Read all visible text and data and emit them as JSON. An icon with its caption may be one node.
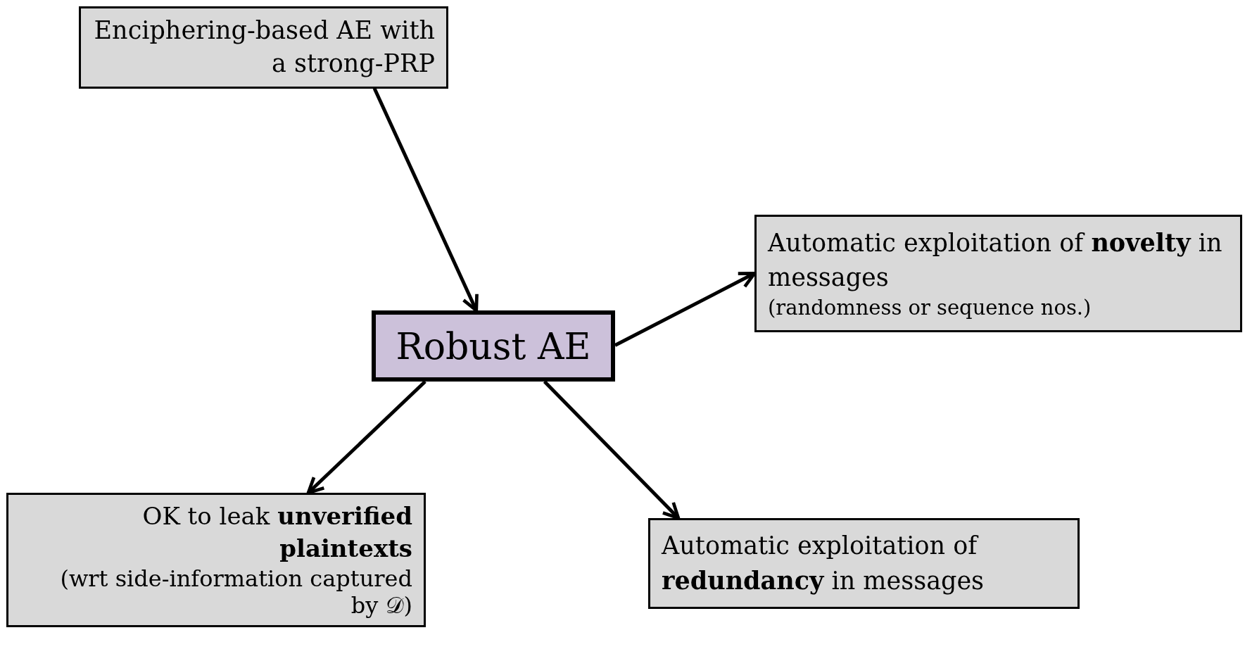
{
  "diagram": {
    "nodes": [
      {
        "text": [
          "Enciphering-based AE with a strong-PRP"
        ]
      },
      {
        "text": [
          "Robust AE"
        ]
      },
      {
        "text": [
          "Automatic exploitation of **novelty** in messages",
          "(randomness or sequence nos.)"
        ]
      },
      {
        "text": [
          "OK to leak **unverified plaintexts**",
          "(wrt side-information captured by 𝒟)"
        ]
      },
      {
        "text": [
          "Automatic exploitation of **redundancy** in messages"
        ]
      }
    ],
    "edges": [
      {
        "from": 0,
        "to": 1,
        "arrow": "to"
      },
      {
        "from": 1,
        "to": 2,
        "arrow": "to"
      },
      {
        "from": 1,
        "to": 3,
        "arrow": "to"
      },
      {
        "from": 1,
        "to": 4,
        "arrow": "to"
      }
    ]
  }
}
